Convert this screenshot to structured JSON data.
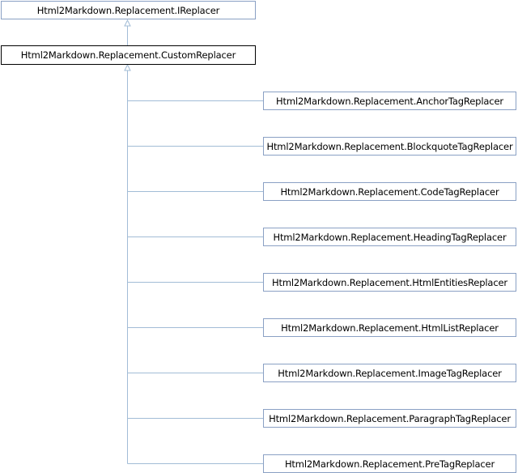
{
  "diagram": {
    "interface_node": "Html2Markdown.Replacement.IReplacer",
    "current_node": "Html2Markdown.Replacement.CustomReplacer",
    "derived_nodes": [
      "Html2Markdown.Replacement.AnchorTagReplacer",
      "Html2Markdown.Replacement.BlockquoteTagReplacer",
      "Html2Markdown.Replacement.CodeTagReplacer",
      "Html2Markdown.Replacement.HeadingTagReplacer",
      "Html2Markdown.Replacement.HtmlEntitiesReplacer",
      "Html2Markdown.Replacement.HtmlListReplacer",
      "Html2Markdown.Replacement.ImageTagReplacer",
      "Html2Markdown.Replacement.ParagraphTagReplacer",
      "Html2Markdown.Replacement.PreTagReplacer"
    ],
    "colors": {
      "edge": "#a2bcd6",
      "node_border": "#8aa0c4",
      "current_border": "#000000",
      "text": "#000000"
    }
  }
}
